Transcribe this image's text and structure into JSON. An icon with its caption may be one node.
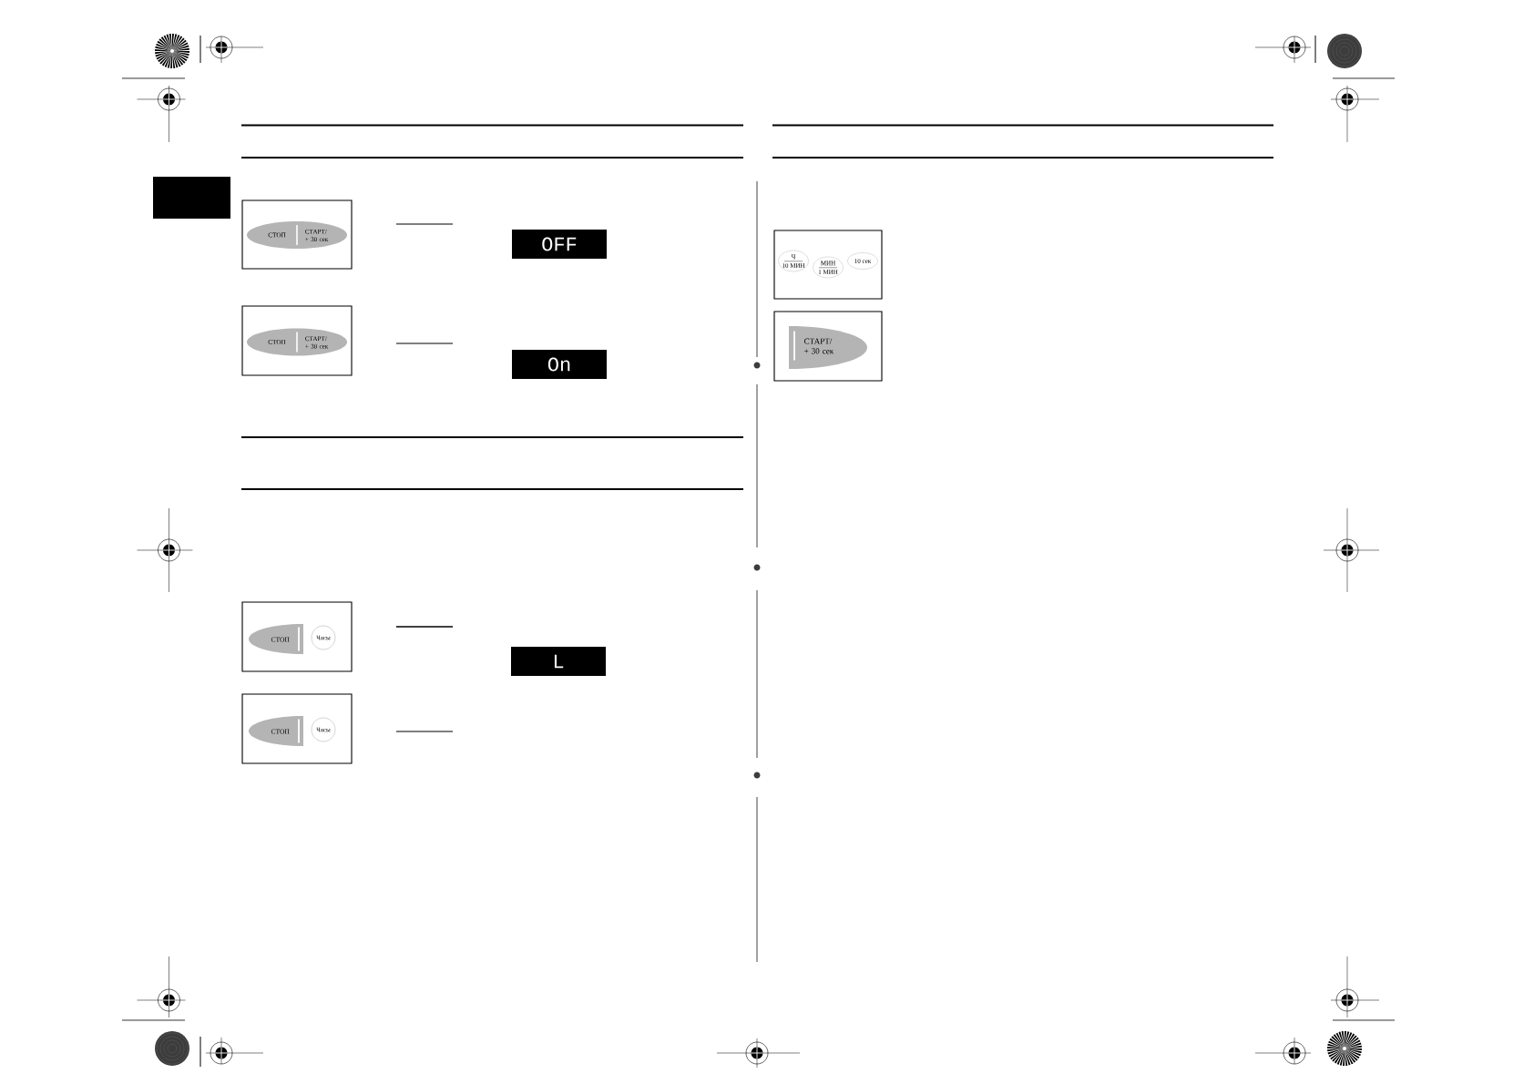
{
  "diagram": {
    "nodes": [
      {
        "text": [],
        "shape": "box"
      },
      {
        "text": [],
        "shape": "box"
      },
      {
        "text": [
          "СТОП",
          "СТАРТ/ + 30 сек"
        ],
        "in": 1
      },
      {
        "text": [
          "OFF"
        ]
      },
      {
        "text": [],
        "shape": "box"
      },
      {
        "text": [
          "СТОП",
          "СТАРТ/ + 30 сек"
        ],
        "in": 4
      },
      {
        "text": [
          "On"
        ]
      },
      {
        "text": [],
        "shape": "box"
      },
      {
        "text": [
          "СТОП"
        ],
        "in": 7
      },
      {
        "text": [
          "Часы"
        ],
        "in": 7
      },
      {
        "text": [
          "L"
        ]
      },
      {
        "text": [],
        "shape": "box"
      },
      {
        "text": [
          "СТОП"
        ],
        "in": 11
      },
      {
        "text": [
          "Часы"
        ],
        "in": 11
      },
      {
        "text": [],
        "shape": "box"
      },
      {
        "text": [
          "Ч",
          "10 МИН"
        ],
        "in": 14
      },
      {
        "text": [
          "МИН",
          "1 МИН"
        ],
        "in": 14
      },
      {
        "text": [
          "10 сек"
        ],
        "in": 14
      },
      {
        "text": [],
        "shape": "box"
      },
      {
        "text": [
          "СТАРТ/ + 30 сек"
        ],
        "in": 18
      }
    ]
  }
}
